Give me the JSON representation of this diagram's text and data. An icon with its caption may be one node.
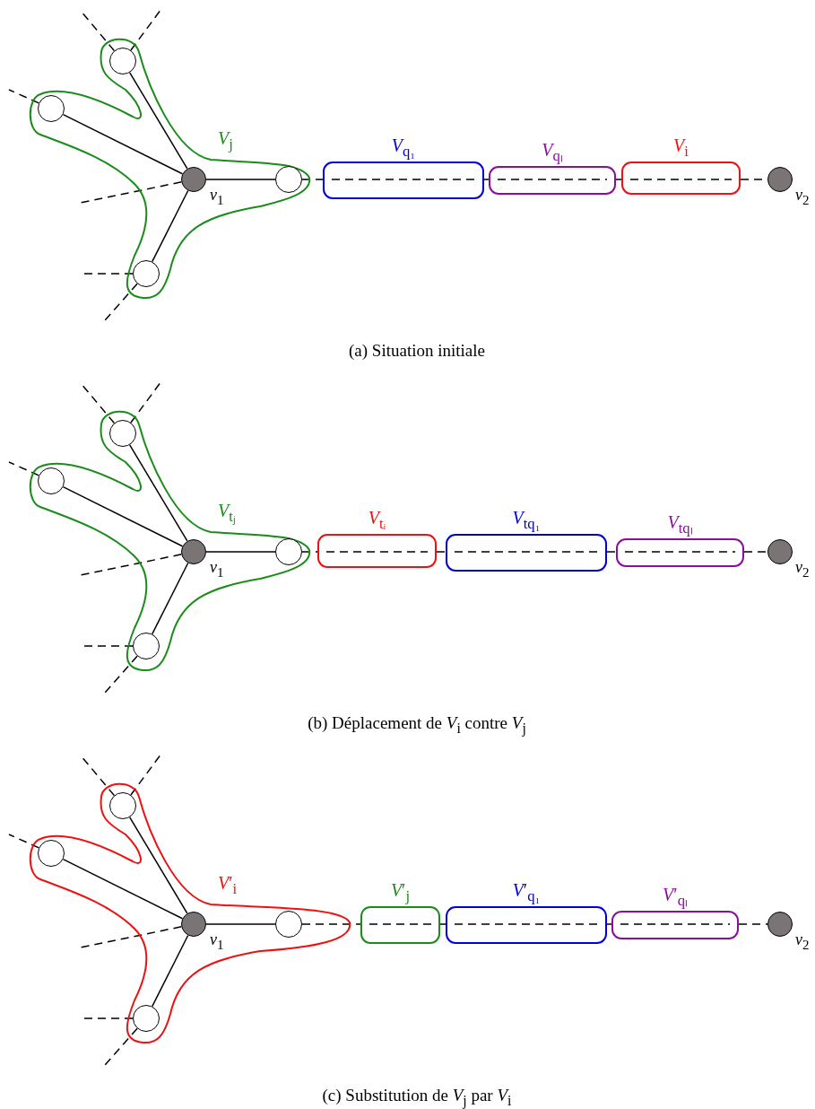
{
  "diagram": {
    "nodes": [
      {
        "text": [
          "*V*$_{j}$"
        ]
      },
      {
        "text": [],
        "shape": "circle",
        "in": 0
      },
      {
        "text": [],
        "shape": "circle",
        "in": 0
      },
      {
        "text": [],
        "shape": "circle",
        "in": 0,
        "beside": [
          "*v*$_{1}$"
        ]
      },
      {
        "text": [],
        "shape": "circle",
        "in": 0
      },
      {
        "text": [],
        "shape": "circle",
        "in": 0
      },
      {
        "text": [
          "*V*$_{q₁}$"
        ]
      },
      {
        "text": [
          "*V*$_{qₗ}$"
        ]
      },
      {
        "text": [
          "*V*$_{i}$"
        ]
      },
      {
        "text": [],
        "shape": "circle",
        "beside": [
          "*v*$_{2}$"
        ]
      },
      {
        "text": [
          "*V*$_{tⱼ}$"
        ]
      },
      {
        "text": [],
        "shape": "circle",
        "in": 10
      },
      {
        "text": [],
        "shape": "circle",
        "in": 10
      },
      {
        "text": [],
        "shape": "circle",
        "in": 10,
        "beside": [
          "*v*$_{1}$"
        ]
      },
      {
        "text": [],
        "shape": "circle",
        "in": 10
      },
      {
        "text": [],
        "shape": "circle",
        "in": 10
      },
      {
        "text": [
          "*V*$_{tᵢ}$"
        ]
      },
      {
        "text": [
          "*V*$_{tq₁}$"
        ]
      },
      {
        "text": [
          "*V*$_{tqₗ}$"
        ]
      },
      {
        "text": [],
        "shape": "circle",
        "beside": [
          "*v*$_{2}$"
        ]
      },
      {
        "text": [
          "*V*′$_{i}$"
        ]
      },
      {
        "text": [],
        "shape": "circle",
        "in": 20
      },
      {
        "text": [],
        "shape": "circle",
        "in": 20
      },
      {
        "text": [],
        "shape": "circle",
        "in": 20,
        "beside": [
          "*v*$_{1}$"
        ]
      },
      {
        "text": [],
        "shape": "circle",
        "in": 20
      },
      {
        "text": [],
        "shape": "circle",
        "in": 20
      },
      {
        "text": [
          "*V*′$_{j}$"
        ]
      },
      {
        "text": [
          "*V*′$_{q₁}$"
        ]
      },
      {
        "text": [
          "*V*′$_{qₗ}$"
        ]
      },
      {
        "text": [],
        "shape": "circle",
        "beside": [
          "*v*$_{2}$"
        ]
      }
    ],
    "edges": [
      {
        "from": 3,
        "to": 1,
        "arrow": "none"
      },
      {
        "from": 3,
        "to": 2,
        "arrow": "none"
      },
      {
        "from": 3,
        "to": 4,
        "arrow": "none"
      },
      {
        "from": 3,
        "to": 5,
        "arrow": "none"
      },
      {
        "from": 1,
        "to": null,
        "arrow": "none",
        "style": "dashed"
      },
      {
        "from": 1,
        "to": null,
        "arrow": "none",
        "style": "dashed"
      },
      {
        "from": 2,
        "to": null,
        "arrow": "none",
        "style": "dashed"
      },
      {
        "from": 3,
        "to": null,
        "arrow": "none",
        "style": "dashed"
      },
      {
        "from": 5,
        "to": null,
        "arrow": "none",
        "style": "dashed"
      },
      {
        "from": 5,
        "to": null,
        "arrow": "none",
        "style": "dashed"
      },
      {
        "from": 4,
        "to": 6,
        "arrow": "none",
        "style": "dashed"
      },
      {
        "from": 6,
        "to": 7,
        "arrow": "none",
        "style": "dashed"
      },
      {
        "from": 7,
        "to": 8,
        "arrow": "none",
        "style": "dashed"
      },
      {
        "from": 8,
        "to": 9,
        "arrow": "none",
        "style": "dashed"
      },
      {
        "from": 13,
        "to": 11,
        "arrow": "none"
      },
      {
        "from": 13,
        "to": 12,
        "arrow": "none"
      },
      {
        "from": 13,
        "to": 14,
        "arrow": "none"
      },
      {
        "from": 13,
        "to": 15,
        "arrow": "none"
      },
      {
        "from": 11,
        "to": null,
        "arrow": "none",
        "style": "dashed"
      },
      {
        "from": 11,
        "to": null,
        "arrow": "none",
        "style": "dashed"
      },
      {
        "from": 12,
        "to": null,
        "arrow": "none",
        "style": "dashed"
      },
      {
        "from": 13,
        "to": null,
        "arrow": "none",
        "style": "dashed"
      },
      {
        "from": 15,
        "to": null,
        "arrow": "none",
        "style": "dashed"
      },
      {
        "from": 15,
        "to": null,
        "arrow": "none",
        "style": "dashed"
      },
      {
        "from": 14,
        "to": 16,
        "arrow": "none",
        "style": "dashed"
      },
      {
        "from": 16,
        "to": 17,
        "arrow": "none",
        "style": "dashed"
      },
      {
        "from": 17,
        "to": 18,
        "arrow": "none",
        "style": "dashed"
      },
      {
        "from": 18,
        "to": 19,
        "arrow": "none",
        "style": "dashed"
      },
      {
        "from": 23,
        "to": 21,
        "arrow": "none"
      },
      {
        "from": 23,
        "to": 22,
        "arrow": "none"
      },
      {
        "from": 23,
        "to": 24,
        "arrow": "none"
      },
      {
        "from": 23,
        "to": 25,
        "arrow": "none"
      },
      {
        "from": 21,
        "to": null,
        "arrow": "none",
        "style": "dashed"
      },
      {
        "from": 21,
        "to": null,
        "arrow": "none",
        "style": "dashed"
      },
      {
        "from": 22,
        "to": null,
        "arrow": "none",
        "style": "dashed"
      },
      {
        "from": 23,
        "to": null,
        "arrow": "none",
        "style": "dashed"
      },
      {
        "from": 25,
        "to": null,
        "arrow": "none",
        "style": "dashed"
      },
      {
        "from": 25,
        "to": null,
        "arrow": "none",
        "style": "dashed"
      },
      {
        "from": 24,
        "to": 26,
        "arrow": "none",
        "style": "dashed"
      },
      {
        "from": 26,
        "to": 27,
        "arrow": "none",
        "style": "dashed"
      },
      {
        "from": 27,
        "to": 28,
        "arrow": "none",
        "style": "dashed"
      },
      {
        "from": 28,
        "to": 29,
        "arrow": "none",
        "style": "dashed"
      }
    ],
    "labels": [
      "(a) Situation initiale",
      "(b) Déplacement de *V*$_{i}$ contre *V*$_{j}$",
      "(c) Substitution de *V*$_{j}$ par *V*$_{i}$"
    ]
  }
}
